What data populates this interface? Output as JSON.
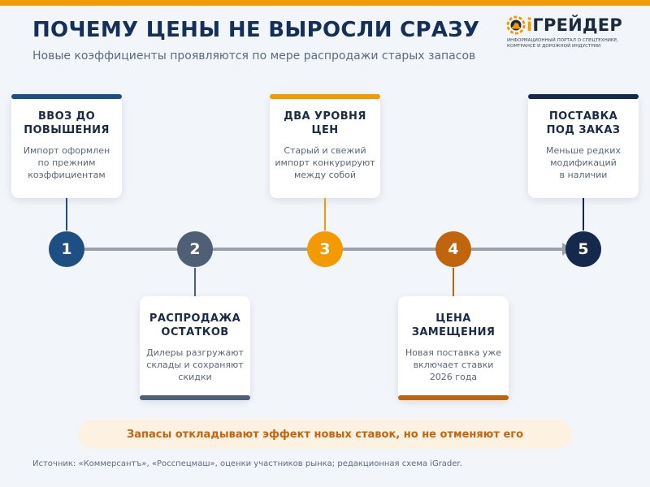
{
  "header": {
    "title": "ПОЧЕМУ ЦЕНЫ НЕ ВЫРОСЛИ СРАЗУ",
    "subtitle": "Новые коэффициенты проявляются по мере распродажи старых запасов"
  },
  "logo": {
    "brand_prefix": "i",
    "brand_rest": "ГРЕЙДЕР",
    "tagline": "ИНФОРМАЦИОННЫЙ ПОРТАЛ О СПЕЦТЕХНИКЕ, КОМТРАНСЕ И ДОРОЖНОЙ ИНДУСТРИИ",
    "icon": "excavator-gear-icon"
  },
  "colors": {
    "accent_orange": "#f29a00",
    "navy": "#1e4f82",
    "slate": "#4f5f75",
    "brown_orange": "#c0650b",
    "dark_navy": "#14294c",
    "timeline": "#9aa3ad"
  },
  "steps": [
    {
      "number": "1",
      "title": "ВВОЗ ДО\nПОВЫШЕНИЯ",
      "description": "Импорт оформлен\nпо прежним\nкоэффициентам",
      "color": "#1e4f82"
    },
    {
      "number": "2",
      "title": "РАСПРОДАЖА\nОСТАТКОВ",
      "description": "Дилеры разгружают\nсклады и сохраняют\nскидки",
      "color": "#4f5f75"
    },
    {
      "number": "3",
      "title": "ДВА УРОВНЯ\nЦЕН",
      "description": "Старый и свежий\nимпорт конкурируют\nмежду собой",
      "color": "#f29a00"
    },
    {
      "number": "4",
      "title": "ЦЕНА\nЗАМЕЩЕНИЯ",
      "description": "Новая поставка уже\nвключает ставки\n2026 года",
      "color": "#c0650b"
    },
    {
      "number": "5",
      "title": "ПОСТАВКА\nПОД ЗАКАЗ",
      "description": "Меньше редких\nмодификаций\nв наличии",
      "color": "#14294c"
    }
  ],
  "callout": "Запасы откладывают эффект новых ставок, но не отменяют его",
  "footnote": "Источник: «Коммерсантъ», «Росспецмаш», оценки участников рынка; редакционная схема iGrader."
}
